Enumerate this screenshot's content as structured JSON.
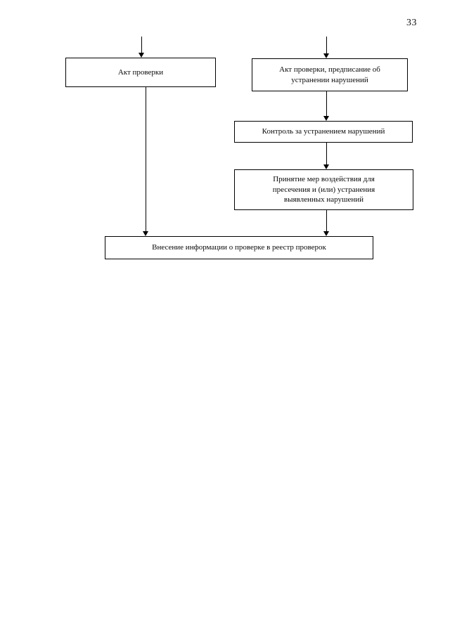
{
  "document": {
    "page_number": "33",
    "language": "ru",
    "background_color": "#ffffff",
    "ink_color": "#000000"
  },
  "diagram": {
    "type": "flowchart",
    "orientation": "top-to-bottom",
    "nodes": [
      {
        "id": "act-proverki",
        "label": "Акт проверки",
        "shape": "rectangle",
        "column": "left"
      },
      {
        "id": "act-proverki-predpisanie",
        "label": "Акт проверки, предписание об\nустранении нарушений",
        "shape": "rectangle",
        "column": "right"
      },
      {
        "id": "kontrol-ustranenie",
        "label": "Контроль за устранением нарушений",
        "shape": "rectangle",
        "column": "right"
      },
      {
        "id": "prinyatie-mer",
        "label": "Принятие мер воздействия для\nпресечения и (или) устранения\nвыявленных нарушений",
        "shape": "rectangle",
        "column": "right"
      },
      {
        "id": "vnesenie-informacii",
        "label": "Внесение информации о проверке в реестр проверок",
        "shape": "rectangle",
        "column": "full"
      }
    ],
    "edges": [
      {
        "id": "edge-in-left",
        "from": "external-input-left",
        "to": "act-proverki",
        "arrow": true
      },
      {
        "id": "edge-in-right",
        "from": "external-input-right",
        "to": "act-proverki-predpisanie",
        "arrow": true
      },
      {
        "id": "edge-predpisanie-kontrol",
        "from": "act-proverki-predpisanie",
        "to": "kontrol-ustranenie",
        "arrow": true
      },
      {
        "id": "edge-kontrol-mery",
        "from": "kontrol-ustranenie",
        "to": "prinyatie-mer",
        "arrow": true
      },
      {
        "id": "edge-mery-reestr",
        "from": "prinyatie-mer",
        "to": "vnesenie-informacii",
        "arrow": true
      },
      {
        "id": "edge-act-reestr",
        "from": "act-proverki",
        "to": "vnesenie-informacii",
        "arrow": true
      }
    ]
  }
}
